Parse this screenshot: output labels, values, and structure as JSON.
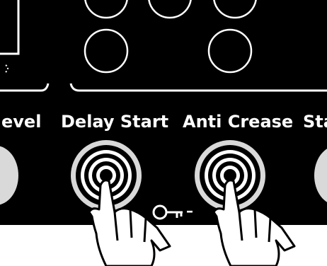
{
  "labels": {
    "left_partial": "evel",
    "delay_start": "Delay Start",
    "anti_crease": "Anti Crease",
    "right_partial": "Sta"
  },
  "icons": {
    "lock_key": "key-icon",
    "lock_dash": "–"
  },
  "colors": {
    "panel": "#000000",
    "text": "#ffffff",
    "button_face": "#d9d9d9",
    "background": "#ffffff"
  }
}
